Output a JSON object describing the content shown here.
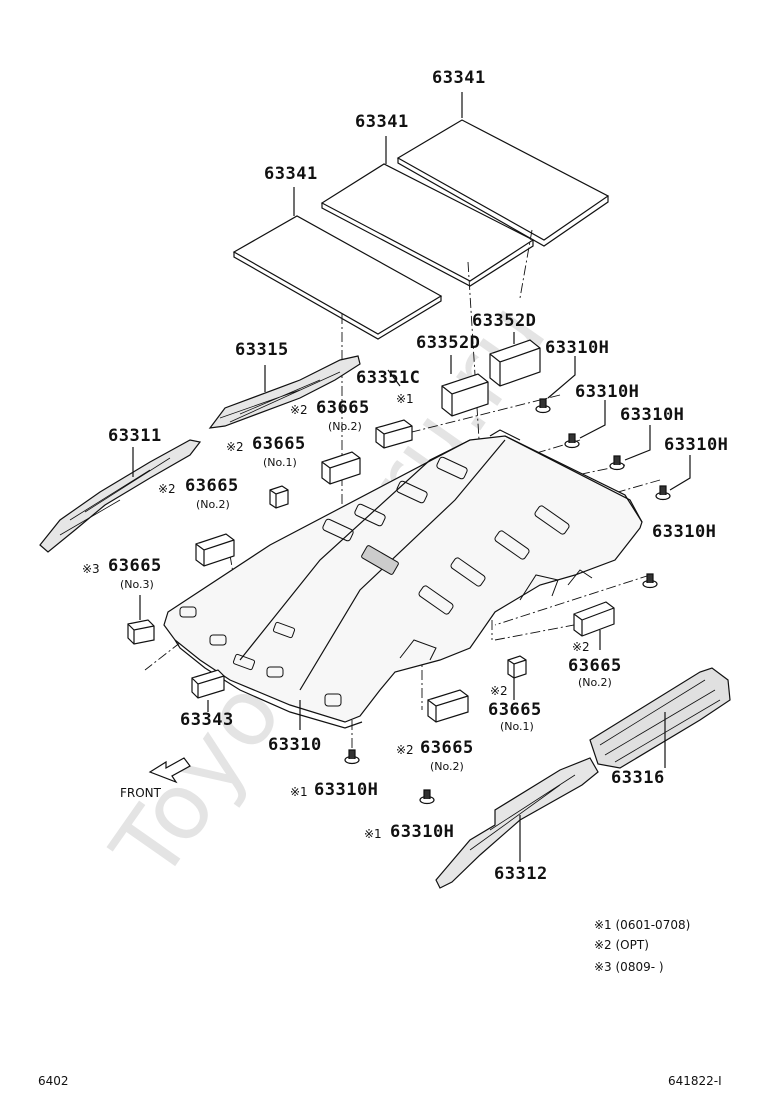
{
  "watermark": "ToyotaGuru.ru",
  "parts": {
    "p63341_a": "63341",
    "p63341_b": "63341",
    "p63341_c": "63341",
    "p63352D_a": "63352D",
    "p63352D_b": "63352D",
    "p63351C": "63351C",
    "p63315": "63315",
    "p63311": "63311",
    "p63665_a": "63665",
    "p63665_b": "63665",
    "p63665_c": "63665",
    "p63665_d": "63665",
    "p63665_e": "63665",
    "p63665_f": "63665",
    "p63665_g": "63665",
    "p63310H_a": "63310H",
    "p63310H_b": "63310H",
    "p63310H_c": "63310H",
    "p63310H_d": "63310H",
    "p63310H_e": "63310H",
    "p63310H_f": "63310H",
    "p63310H_g": "63310H",
    "p63343": "63343",
    "p63310": "63310",
    "p63316": "63316",
    "p63312": "63312"
  },
  "subs": {
    "no2_a": "(No.2)",
    "no1_a": "(No.1)",
    "no2_b": "(No.2)",
    "no3": "(No.3)",
    "no2_c": "(No.2)",
    "no1_b": "(No.1)",
    "no2_d": "(No.2)"
  },
  "marks": {
    "m1": "※1",
    "m2": "※2"
  },
  "front_label": "FRONT",
  "notes": [
    "※1 (0601-0708)",
    "※2 (OPT)",
    "※3 (0809-        )"
  ],
  "page_number": "6402",
  "diagram_code": "641822-I"
}
